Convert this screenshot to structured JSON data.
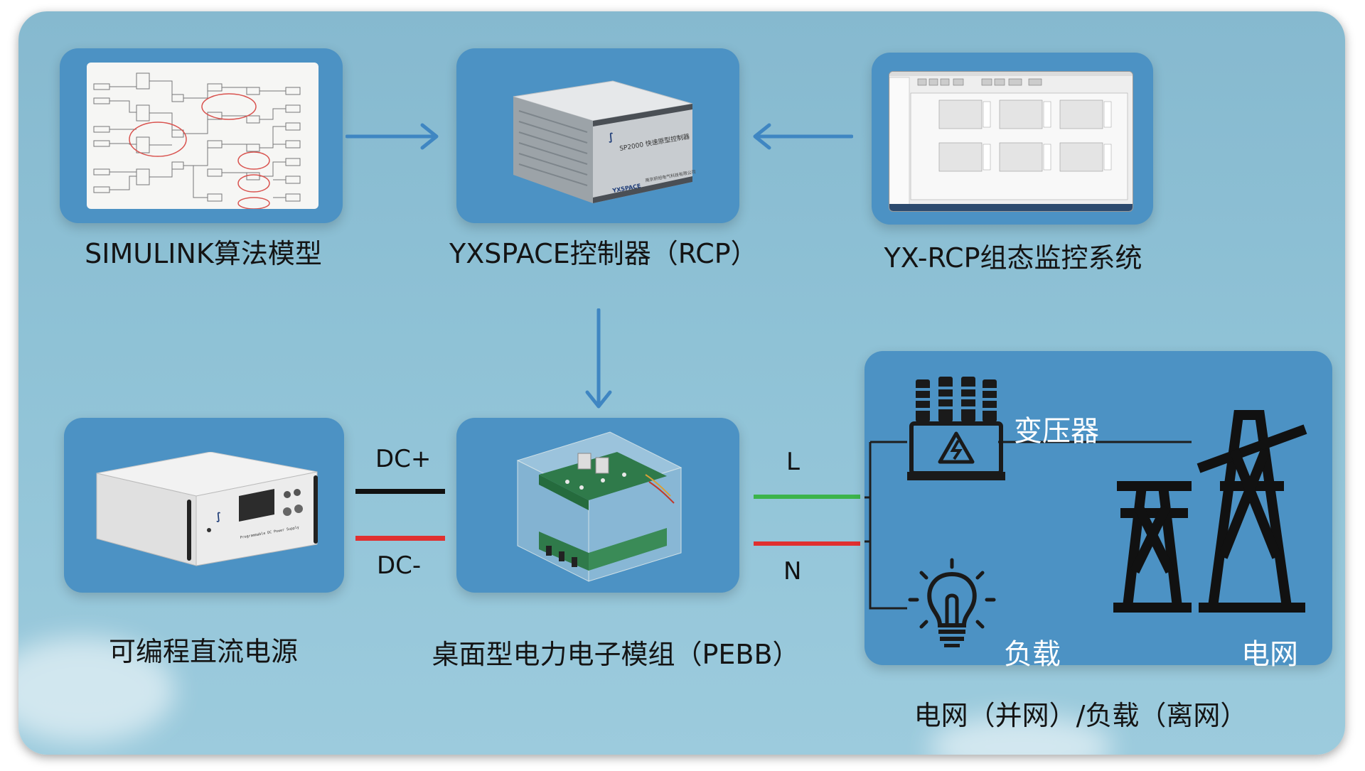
{
  "top_row": {
    "simulink_caption": "SIMULINK算法模型",
    "rcp_caption": "YXSPACE控制器（RCP）",
    "monitor_caption": "YX-RCP组态监控系统",
    "rcp_device_text": "SP2000 快速原型控制器",
    "rcp_device_brand": "YXSPACE",
    "rcp_device_company": "南京研旭电气科技有限公司"
  },
  "bottom_row": {
    "dc_source_caption": "可编程直流电源",
    "dc_source_panel_text": "Programmable DC Power Supply",
    "pebb_caption": "桌面型电力电子模组（PEBB）",
    "dc_plus_label": "DC+",
    "dc_minus_label": "DC-",
    "l_label": "L",
    "n_label": "N"
  },
  "grid_panel": {
    "transformer_label": "变压器",
    "load_label": "负载",
    "grid_label": "电网",
    "caption": "电网（并网）/负载（离网）"
  },
  "colors": {
    "card_blue": "#4c92c4",
    "arrow_blue": "#3f86c2",
    "wire_black": "#111111",
    "wire_red": "#e03030",
    "wire_green": "#3cb44b"
  },
  "icons": [
    "arrow-right-icon",
    "arrow-left-icon",
    "arrow-down-icon",
    "transformer-icon",
    "lightbulb-icon",
    "pylon-icon"
  ]
}
